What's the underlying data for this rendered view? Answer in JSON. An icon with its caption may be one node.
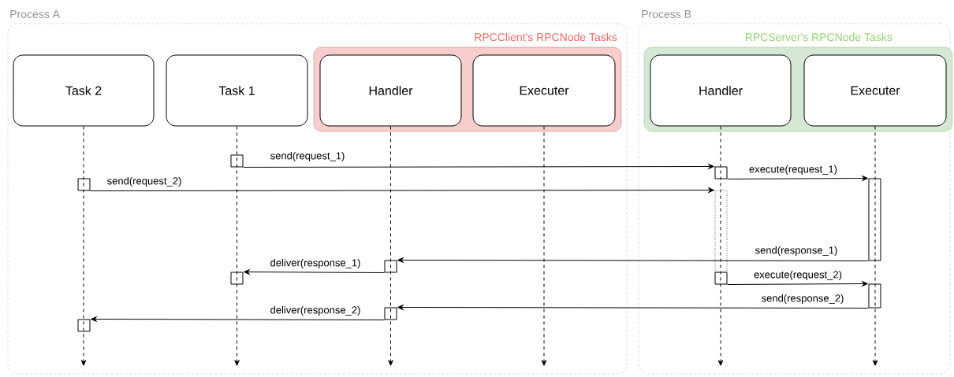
{
  "diagram": {
    "nodes": [
      {
        "text": [
          "Process A"
        ]
      },
      {
        "text": [
          "Process B"
        ]
      },
      {
        "text": [
          "RPCClient's RPCNode Tasks"
        ],
        "in": 0
      },
      {
        "text": [
          "RPCServer's RPCNode Tasks"
        ],
        "in": 1
      },
      {
        "text": [
          "Task 2"
        ],
        "in": 0
      },
      {
        "text": [
          "Task 1"
        ],
        "in": 0
      },
      {
        "text": [
          "Handler"
        ],
        "in": 2
      },
      {
        "text": [
          "Executer"
        ],
        "in": 2
      },
      {
        "text": [
          "Handler"
        ],
        "in": 3
      },
      {
        "text": [
          "Executer"
        ],
        "in": 3
      },
      {
        "text": [],
        "shape": "box",
        "in": 0
      },
      {
        "text": [],
        "shape": "box",
        "in": 1
      },
      {
        "text": [],
        "shape": "box",
        "in": 0
      },
      {
        "text": [],
        "shape": "box",
        "in": 1
      },
      {
        "text": [],
        "shape": "box",
        "in": 1
      },
      {
        "text": [],
        "shape": "box",
        "in": 0
      },
      {
        "text": [],
        "shape": "box",
        "in": 1
      },
      {
        "text": [],
        "shape": "box",
        "in": 0
      },
      {
        "text": [],
        "shape": "box",
        "in": 1
      },
      {
        "text": [],
        "shape": "box",
        "in": 0
      },
      {
        "text": [],
        "shape": "box",
        "in": 0
      }
    ],
    "edges": [
      {
        "from": 10,
        "to": 11,
        "arrow": "to",
        "label": "send(request_1)"
      },
      {
        "from": 12,
        "to": 14,
        "arrow": "to",
        "label": "send(request_2)"
      },
      {
        "from": 11,
        "to": 13,
        "arrow": "to",
        "label": "execute(request_1)"
      },
      {
        "from": 13,
        "to": 15,
        "arrow": "to",
        "label": "send(response_1)"
      },
      {
        "from": 15,
        "to": 17,
        "arrow": "to",
        "label": "deliver(response_1)"
      },
      {
        "from": 16,
        "to": 18,
        "arrow": "to",
        "label": "execute(request_2)"
      },
      {
        "from": 18,
        "to": 19,
        "arrow": "to",
        "label": "send(response_2)"
      },
      {
        "from": 19,
        "to": 20,
        "arrow": "to",
        "label": "deliver(response_2)"
      },
      {
        "from": 4,
        "to": null,
        "arrow": "to",
        "style": "dashed"
      },
      {
        "from": 5,
        "to": null,
        "arrow": "to",
        "style": "dashed"
      },
      {
        "from": 6,
        "to": null,
        "arrow": "to",
        "style": "dashed"
      },
      {
        "from": 7,
        "to": null,
        "arrow": "to",
        "style": "dashed"
      },
      {
        "from": 8,
        "to": null,
        "arrow": "to",
        "style": "dashed"
      },
      {
        "from": 9,
        "to": null,
        "arrow": "to",
        "style": "dashed"
      }
    ]
  }
}
